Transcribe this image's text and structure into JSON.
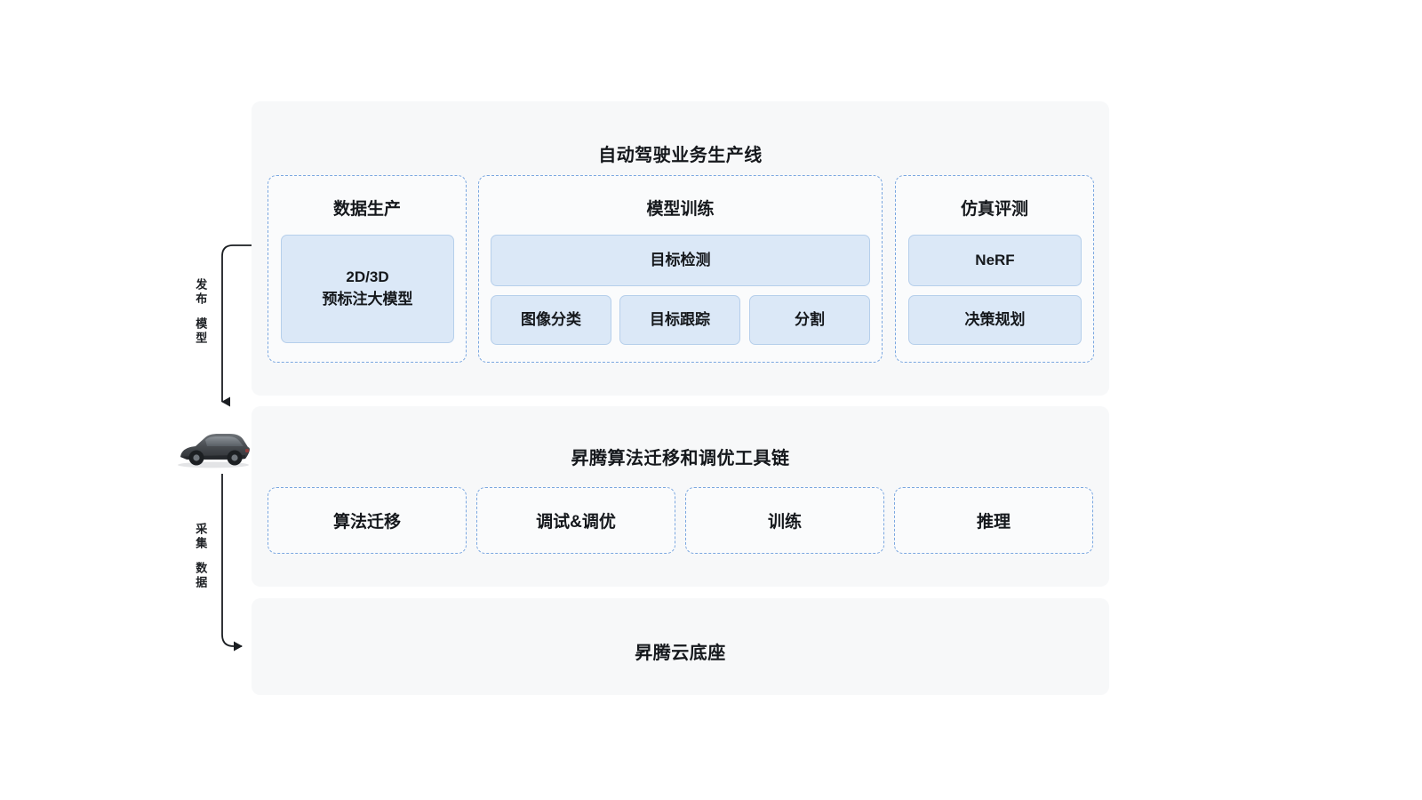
{
  "page": {
    "background": "#ffffff",
    "panel_background": "#f7f8f9",
    "chip_fill": "#dbe8f7",
    "chip_border": "#b6cfeb",
    "dashed_border": "#7aa7e0",
    "text_color": "#15181c"
  },
  "bands": {
    "production_line": {
      "title": "自动驾驶业务生产线",
      "groups": [
        {
          "title": "数据生产",
          "items": [
            {
              "label": "2D/3D\n预标注大模型"
            }
          ]
        },
        {
          "title": "模型训练",
          "items": [
            {
              "label": "目标检测"
            },
            {
              "label": "图像分类"
            },
            {
              "label": "目标跟踪"
            },
            {
              "label": "分割"
            }
          ]
        },
        {
          "title": "仿真评测",
          "items": [
            {
              "label": "NeRF"
            },
            {
              "label": "决策规划"
            }
          ]
        }
      ]
    },
    "toolchain": {
      "title": "昇腾算法迁移和调优工具链",
      "items": [
        {
          "label": "算法迁移"
        },
        {
          "label": "调试&调优"
        },
        {
          "label": "训练"
        },
        {
          "label": "推理"
        }
      ]
    },
    "foundation": {
      "title": "昇腾云底座"
    }
  },
  "flow": {
    "publish_arrow": {
      "label_top": "发布",
      "label_bottom": "模型"
    },
    "collect_arrow": {
      "label_top": "采集",
      "label_bottom": "数据"
    },
    "vehicle": {
      "name": "autonomous-vehicle"
    }
  }
}
